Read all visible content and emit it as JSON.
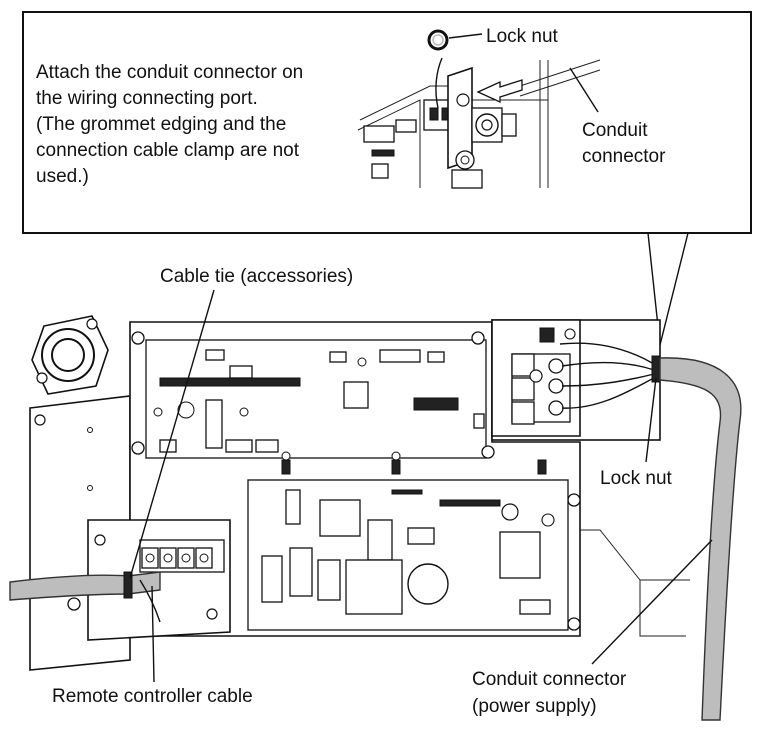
{
  "callout": {
    "instruction_lines": [
      "Attach the conduit connector on",
      "the wiring connecting port.",
      "(The grommet edging and the",
      "connection cable clamp are not",
      "used.)"
    ],
    "lock_nut_label": "Lock nut",
    "conduit_connector_lines": [
      "Conduit",
      "connector"
    ]
  },
  "labels": {
    "cable_tie": "Cable tie (accessories)",
    "lock_nut": "Lock nut",
    "conduit_power_lines": [
      "Conduit connector",
      "(power supply)"
    ],
    "remote_cable": "Remote controller cable"
  },
  "colors": {
    "line": "#111111",
    "cable": "#bdbdbd",
    "background": "#ffffff"
  }
}
